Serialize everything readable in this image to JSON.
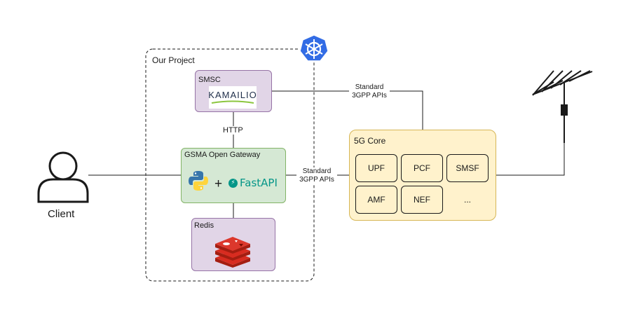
{
  "labels": {
    "our_project": "Our Project",
    "smsc": "SMSC",
    "kamailio_logo_text": "KAMAILIO",
    "http": "HTTP",
    "gateway": "GSMA Open Gateway",
    "plus": "+",
    "fastapi": "FastAPI",
    "redis": "Redis",
    "client": "Client",
    "core": "5G Core",
    "edge_top_line1": "Standard",
    "edge_top_line2": "3GPP APIs",
    "edge_mid_line1": "Standard",
    "edge_mid_line2": "3GPP APIs"
  },
  "core_functions": [
    "UPF",
    "PCF",
    "SMSF",
    "AMF",
    "NEF",
    "..."
  ],
  "icons": {
    "kubernetes": "kubernetes-icon",
    "python": "python-icon",
    "redis": "redis-icon",
    "client": "user-icon",
    "antenna": "antenna-icon"
  },
  "colors": {
    "purple_fill": "#e1d5e7",
    "purple_stroke": "#9673a6",
    "green_fill": "#d5e8d4",
    "green_stroke": "#82b366",
    "yellow_fill": "#fff2cc",
    "yellow_stroke": "#d6b656",
    "kubernetes_blue": "#326ce5",
    "fastapi_teal": "#059688",
    "redis_red": "#c6302b"
  }
}
